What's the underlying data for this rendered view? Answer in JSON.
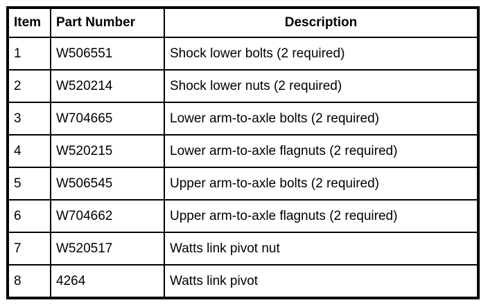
{
  "colors": {
    "border": "#000000",
    "text": "#000000",
    "background": "#ffffff"
  },
  "table": {
    "columns": {
      "item": "Item",
      "part": "Part Number",
      "description": "Description"
    },
    "rows": [
      {
        "item": "1",
        "part": "W506551",
        "description": "Shock lower bolts (2 required)"
      },
      {
        "item": "2",
        "part": "W520214",
        "description": "Shock lower nuts (2 required)"
      },
      {
        "item": "3",
        "part": "W704665",
        "description": "Lower arm-to-axle bolts (2 required)"
      },
      {
        "item": "4",
        "part": "W520215",
        "description": "Lower arm-to-axle flagnuts (2 required)"
      },
      {
        "item": "5",
        "part": "W506545",
        "description": "Upper arm-to-axle bolts (2 required)"
      },
      {
        "item": "6",
        "part": "W704662",
        "description": "Upper arm-to-axle flagnuts (2 required)"
      },
      {
        "item": "7",
        "part": "W520517",
        "description": "Watts link pivot nut"
      },
      {
        "item": "8",
        "part": "4264",
        "description": "Watts link pivot"
      }
    ]
  }
}
